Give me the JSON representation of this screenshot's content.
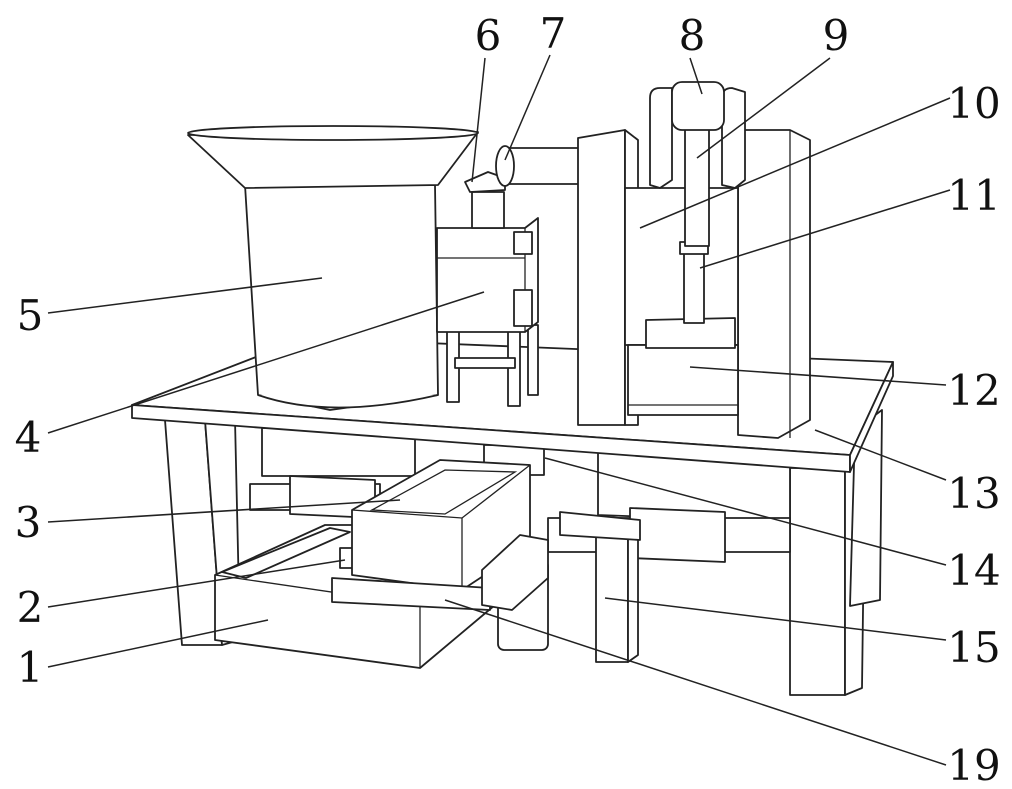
{
  "diagram": {
    "callouts": [
      {
        "id": "c1",
        "text": "1"
      },
      {
        "id": "c2",
        "text": "2"
      },
      {
        "id": "c3",
        "text": "3"
      },
      {
        "id": "c4",
        "text": "4"
      },
      {
        "id": "c5",
        "text": "5"
      },
      {
        "id": "c6",
        "text": "6"
      },
      {
        "id": "c7",
        "text": "7"
      },
      {
        "id": "c8",
        "text": "8"
      },
      {
        "id": "c9",
        "text": "9"
      },
      {
        "id": "c10",
        "text": "10"
      },
      {
        "id": "c11",
        "text": "11"
      },
      {
        "id": "c12",
        "text": "12"
      },
      {
        "id": "c13",
        "text": "13"
      },
      {
        "id": "c14",
        "text": "14"
      },
      {
        "id": "c15",
        "text": "15"
      },
      {
        "id": "c19",
        "text": "19"
      }
    ]
  },
  "colors": {
    "line": "#222222",
    "background": "#ffffff"
  }
}
